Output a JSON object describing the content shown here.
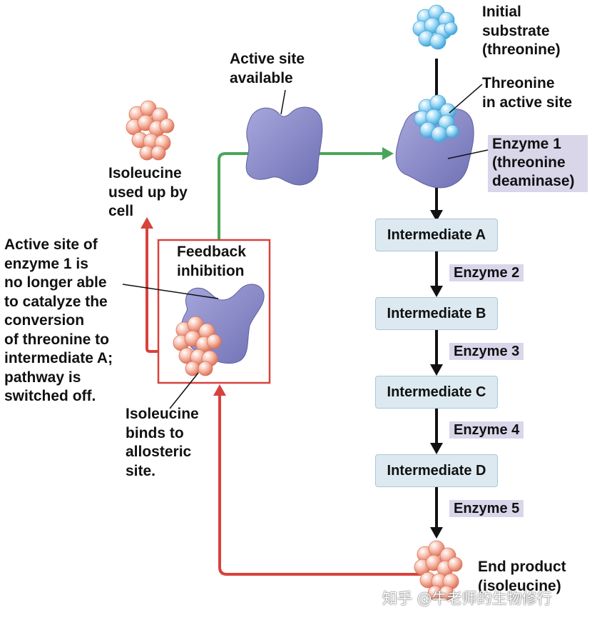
{
  "labels": {
    "initial_substrate": "Initial\nsubstrate\n(threonine)",
    "threonine_active_site": "Threonine\nin active site",
    "enzyme1": "Enzyme 1\n(threonine\ndeaminase)",
    "active_site_available": "Active site\navailable",
    "isoleucine_used_up": "Isoleucine\nused up by\ncell",
    "feedback_inhibition": "Feedback\ninhibition",
    "active_site_note": "Active site of\nenzyme 1 is\nno longer able\nto catalyze the\nconversion\nof threonine to\nintermediate A;\npathway is\nswitched off.",
    "isoleucine_binds": "Isoleucine\nbinds to\nallosteric\nsite.",
    "end_product": "End product\n(isoleucine)"
  },
  "pathway": {
    "intermediates": [
      "Intermediate A",
      "Intermediate B",
      "Intermediate C",
      "Intermediate D"
    ],
    "enzymes": [
      "Enzyme 2",
      "Enzyme 3",
      "Enzyme 4",
      "Enzyme 5"
    ]
  },
  "watermark": "知乎 @牛老师的生物修行",
  "colors": {
    "enzyme": "#8d8ec8",
    "threonine": "#7cc8ef",
    "isoleucine": "#f2a68e",
    "activate_arrow": "#4aa55a",
    "inhibit_arrow": "#d8423c",
    "label_bg": "#d9d6ea",
    "box_bg": "#dde9f0"
  }
}
